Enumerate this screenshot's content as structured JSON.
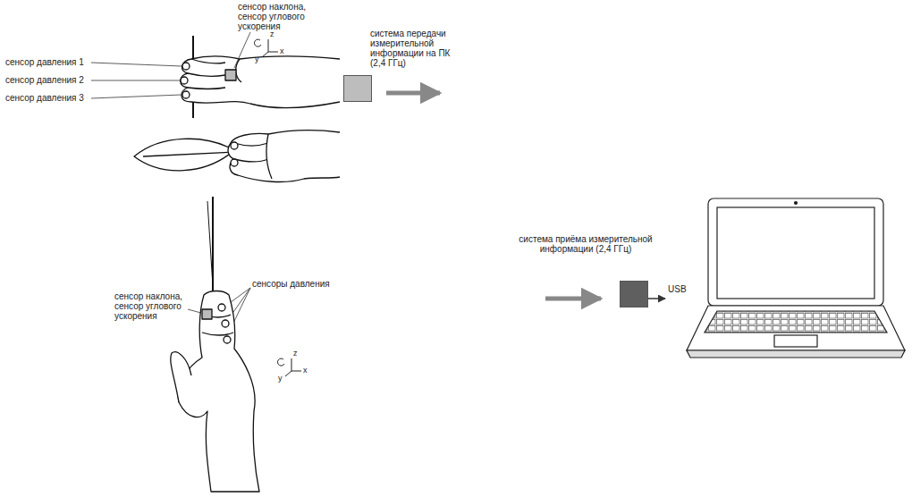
{
  "diagram": {
    "nodes": [
      {
        "text": [
          "система передачи измерительной информации на ПК (2,4 ГГц)"
        ]
      },
      {
        "text": [
          "система приёма измерительной информации (2,4 ГГц)"
        ]
      }
    ],
    "labels": [
      "сенсор наклона, сенсор углового ускорения",
      "z",
      "x",
      "y",
      "сенсор давления 1",
      "сенсор давления 2",
      "сенсор давления 3",
      "сенсоры давления",
      "сенсор наклона, сенсор углового ускорения",
      "z",
      "x",
      "y",
      "USB"
    ]
  }
}
